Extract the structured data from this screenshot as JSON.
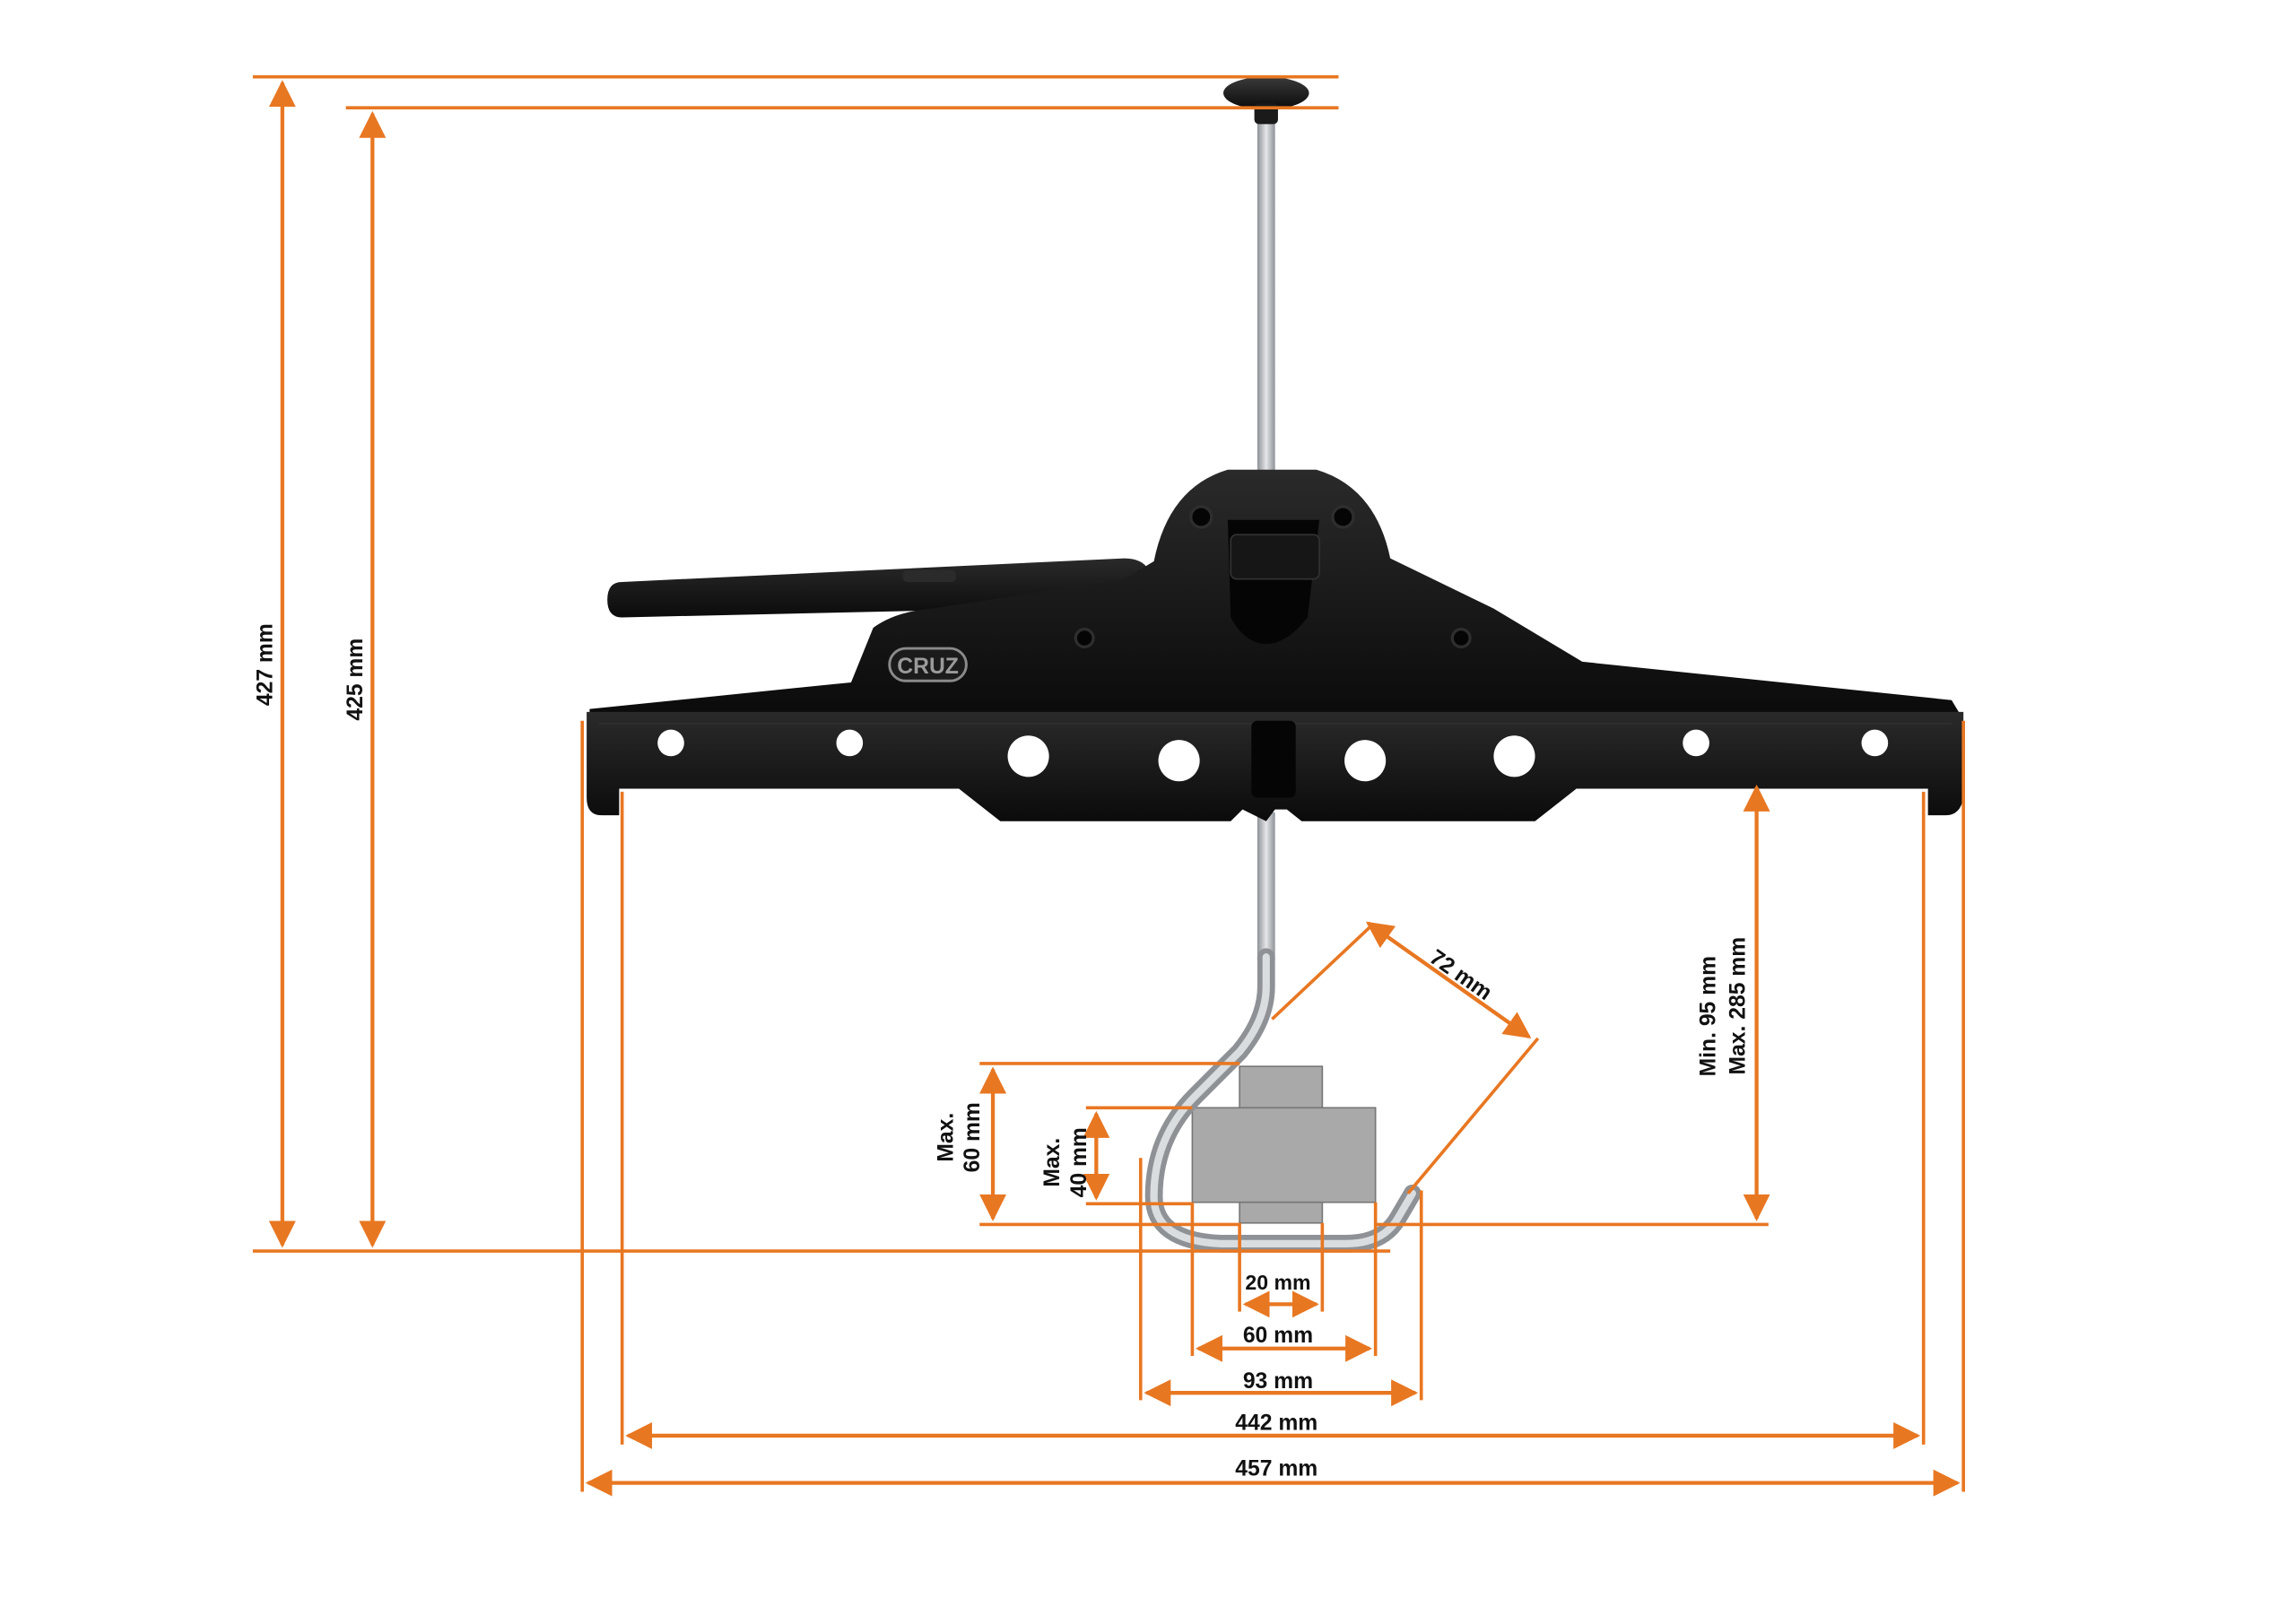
{
  "colors": {
    "dimension": "#E87722",
    "product_body": "#111111",
    "steel": "#B8BCC0",
    "tube_profile": "#A9A9A9",
    "text": "#111111"
  },
  "brand": {
    "logo_text": "CRUZ"
  },
  "dimensions": {
    "overall_height": "427 mm",
    "height_to_clamp": "425 mm",
    "width_457": "457 mm",
    "width_442": "442 mm",
    "width_93": "93 mm",
    "width_60": "60 mm",
    "width_20": "20 mm",
    "hook_72": "72 mm",
    "max60_line1": "Max.",
    "max60_line2": "60 mm",
    "max40_line1": "Max.",
    "max40_line2": "40 mm",
    "range_line1": "Min. 95 mm",
    "range_line2": "Max. 285 mm"
  }
}
